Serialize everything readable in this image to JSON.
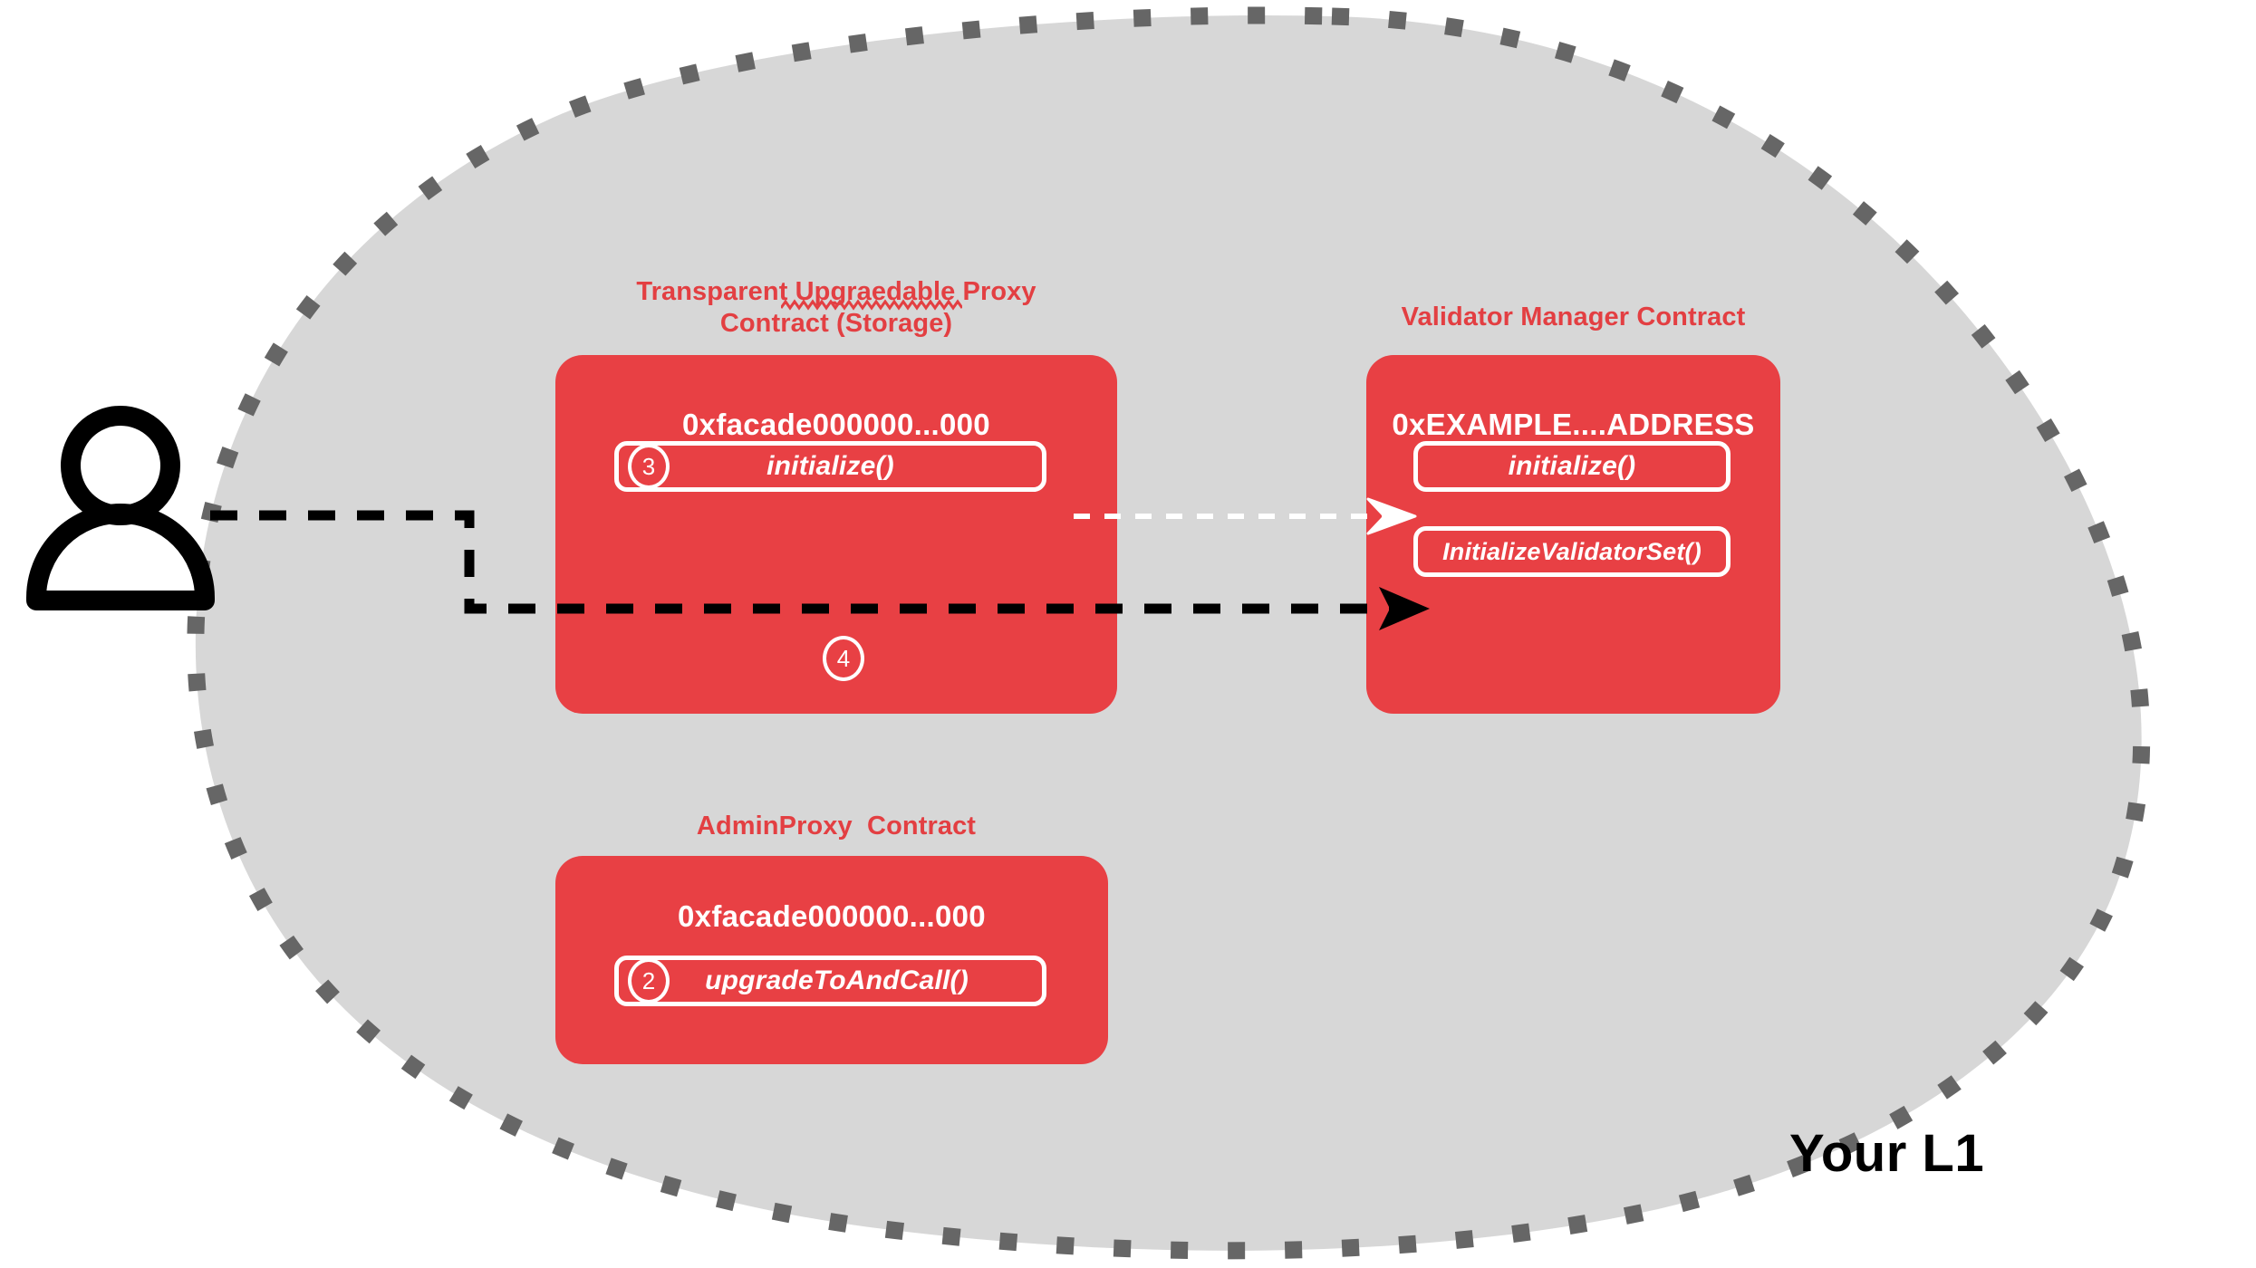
{
  "zone": {
    "label": "Your L1",
    "fill_color": "#D7D7D7",
    "border_color": "#666666",
    "border_style": "dashed"
  },
  "actor": {
    "icon": "user-person-icon",
    "color": "#000000"
  },
  "colors": {
    "contract_red": "#E84044",
    "title_red": "#E33F42",
    "white": "#FFFFFF",
    "black": "#000000",
    "zone_gray": "#D7D7D7",
    "dash_gray": "#666666"
  },
  "contracts": [
    {
      "id": "transparent-proxy",
      "title": "Transparent Upgraedable Proxy\nContract (Storage)",
      "misspelled_word": "Upgraedable",
      "address": "0xfacade000000...000",
      "methods": [
        {
          "label": "initialize()",
          "step": "3"
        }
      ],
      "free_steps": [
        "4"
      ]
    },
    {
      "id": "validator-manager",
      "title": "Validator Manager Contract",
      "address": "0xEXAMPLE....ADDRESS",
      "methods": [
        {
          "label": "initialize()",
          "step": ""
        },
        {
          "label": "InitializeValidatorSet()",
          "step": ""
        }
      ],
      "free_steps": []
    },
    {
      "id": "admin-proxy",
      "title": "AdminProxy  Contract",
      "address": "0xfacade000000...000",
      "methods": [
        {
          "label": "upgradeToAndCall()",
          "step": "2"
        }
      ],
      "free_steps": []
    }
  ],
  "connections": [
    {
      "id": "user-to-validator-set",
      "from": "user",
      "to": "InitializeValidatorSet()",
      "style": "dashed",
      "color": "#000000",
      "arrowhead": "solid"
    },
    {
      "id": "proxy-initialize-to-manager-initialize",
      "from": "initialize()",
      "to": "initialize()",
      "style": "dashed",
      "color": "#FFFFFF",
      "arrowhead": "open"
    }
  ]
}
